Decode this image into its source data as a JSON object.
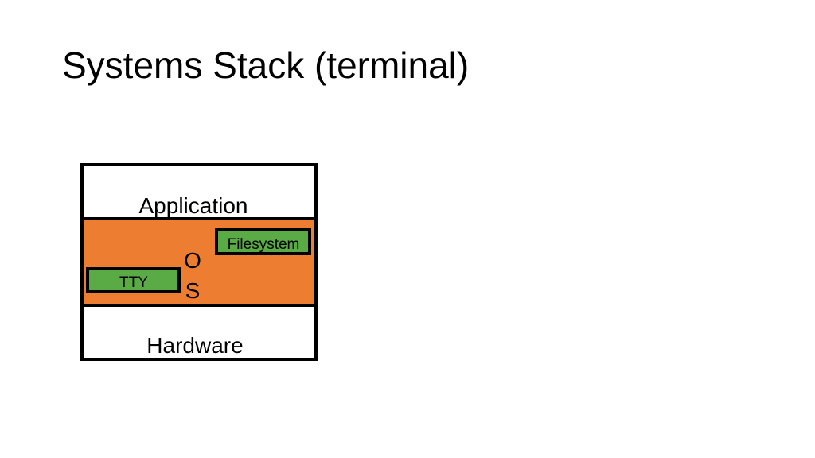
{
  "slide": {
    "title": "Systems Stack (terminal)"
  },
  "diagram": {
    "layers": {
      "application": "Application",
      "os_letter_1": "O",
      "os_letter_2": "S",
      "hardware": "Hardware"
    },
    "components": {
      "filesystem": "Filesystem",
      "tty": "TTY"
    },
    "colors": {
      "os_layer": "#ED7D31",
      "component": "#5AAA46",
      "outline": "#000000",
      "background": "#FFFFFF"
    }
  }
}
